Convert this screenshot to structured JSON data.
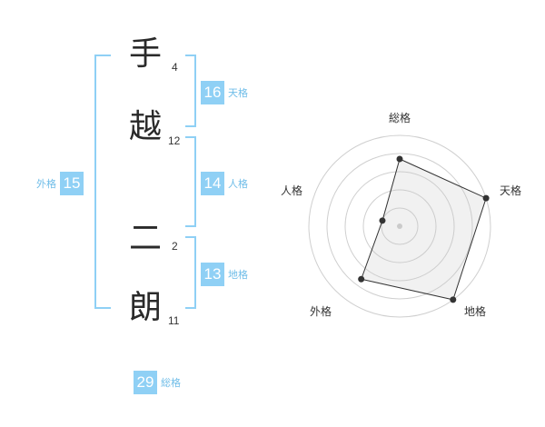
{
  "name": {
    "characters": [
      {
        "char": "手",
        "strokes": "4"
      },
      {
        "char": "越",
        "strokes": "12"
      },
      {
        "char": "二",
        "strokes": "2"
      },
      {
        "char": "朗",
        "strokes": "11"
      }
    ]
  },
  "fortunes": {
    "tenkaku": {
      "label": "天格",
      "value": "16"
    },
    "jinkaku": {
      "label": "人格",
      "value": "14"
    },
    "chikaku": {
      "label": "地格",
      "value": "13"
    },
    "gaikaku": {
      "label": "外格",
      "value": "15"
    },
    "soukaku": {
      "label": "総格",
      "value": "29"
    }
  },
  "accent_color": "#8fd0f5",
  "chart_data": {
    "type": "radar",
    "axes": [
      "総格",
      "天格",
      "地格",
      "外格",
      "人格"
    ],
    "max": 5,
    "rings": 5,
    "values": [
      3.7,
      5,
      5,
      3.6,
      1
    ]
  }
}
